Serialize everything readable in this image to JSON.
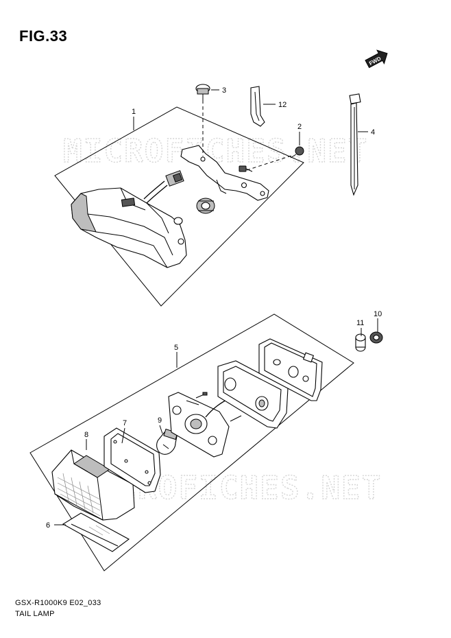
{
  "figure": {
    "title": "FIG.33",
    "model_code": "GSX-R1000K9 E02_033",
    "part_name": "TAIL LAMP",
    "fwd_badge": "FWD",
    "watermarks": [
      "MICROFICHES.NET",
      "MICROFICHES.NET"
    ]
  },
  "callouts": [
    {
      "id": "1",
      "label": "1"
    },
    {
      "id": "2",
      "label": "2"
    },
    {
      "id": "3",
      "label": "3"
    },
    {
      "id": "4",
      "label": "4"
    },
    {
      "id": "5",
      "label": "5"
    },
    {
      "id": "6",
      "label": "6"
    },
    {
      "id": "7",
      "label": "7"
    },
    {
      "id": "8",
      "label": "8"
    },
    {
      "id": "9",
      "label": "9"
    },
    {
      "id": "10",
      "label": "10"
    },
    {
      "id": "11",
      "label": "11"
    },
    {
      "id": "12",
      "label": "12"
    }
  ]
}
